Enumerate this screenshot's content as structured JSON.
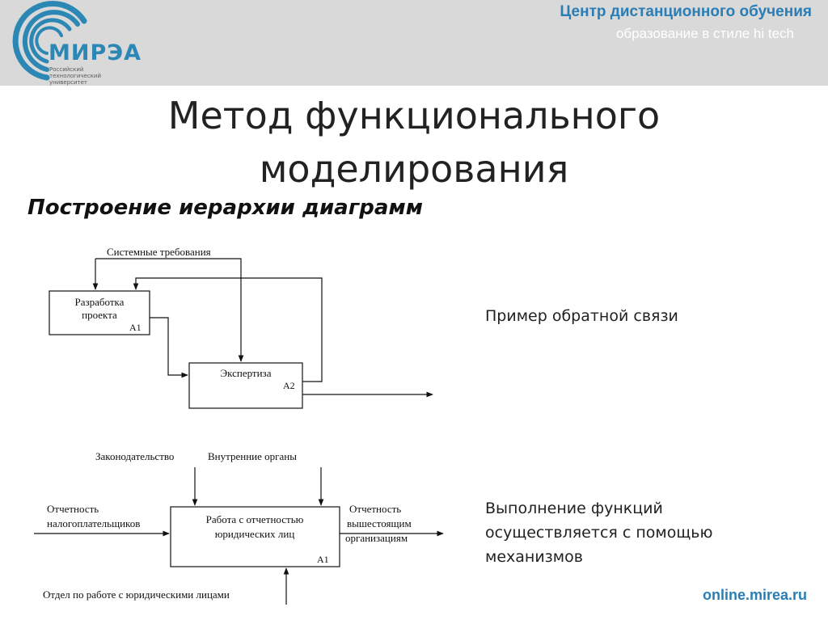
{
  "header": {
    "logo_text": "МИРЭА",
    "logo_subtitle_lines": [
      "Российский",
      "технологический",
      "университет"
    ],
    "center_title": "Центр дистанционного обучения",
    "center_subtitle": "образование в стиле hi tech",
    "brand_color": "#2a7db5",
    "band_color": "#d9d9d9"
  },
  "slide": {
    "title_line1": "Метод функционального",
    "title_line2": "моделирования",
    "section_heading": "Построение иерархии диаграмм"
  },
  "diagram1": {
    "control_label": "Системные требования",
    "box_a1_line1": "Разработка",
    "box_a1_line2": "проекта",
    "box_a1_code": "A1",
    "box_a2_label": "Экспертиза",
    "box_a2_code": "A2"
  },
  "diagram2": {
    "control_1": "Законодательство",
    "control_2": "Внутренние органы",
    "input_line1": "Отчетность",
    "input_line2": "налогоплательщиков",
    "box_line1": "Работа с отчетностью",
    "box_line2": "юридических лиц",
    "box_code": "A1",
    "output_line1": "Отчетность",
    "output_line2": "вышестоящим",
    "output_line3": "организациям",
    "mechanism": "Отдел по работе с юридическими лицами"
  },
  "notes": {
    "feedback_example": "Пример обратной связи",
    "mechanisms_note": "Выполнение функций осуществляется с помощью механизмов"
  },
  "footer": {
    "site": "online.mirea.ru"
  }
}
